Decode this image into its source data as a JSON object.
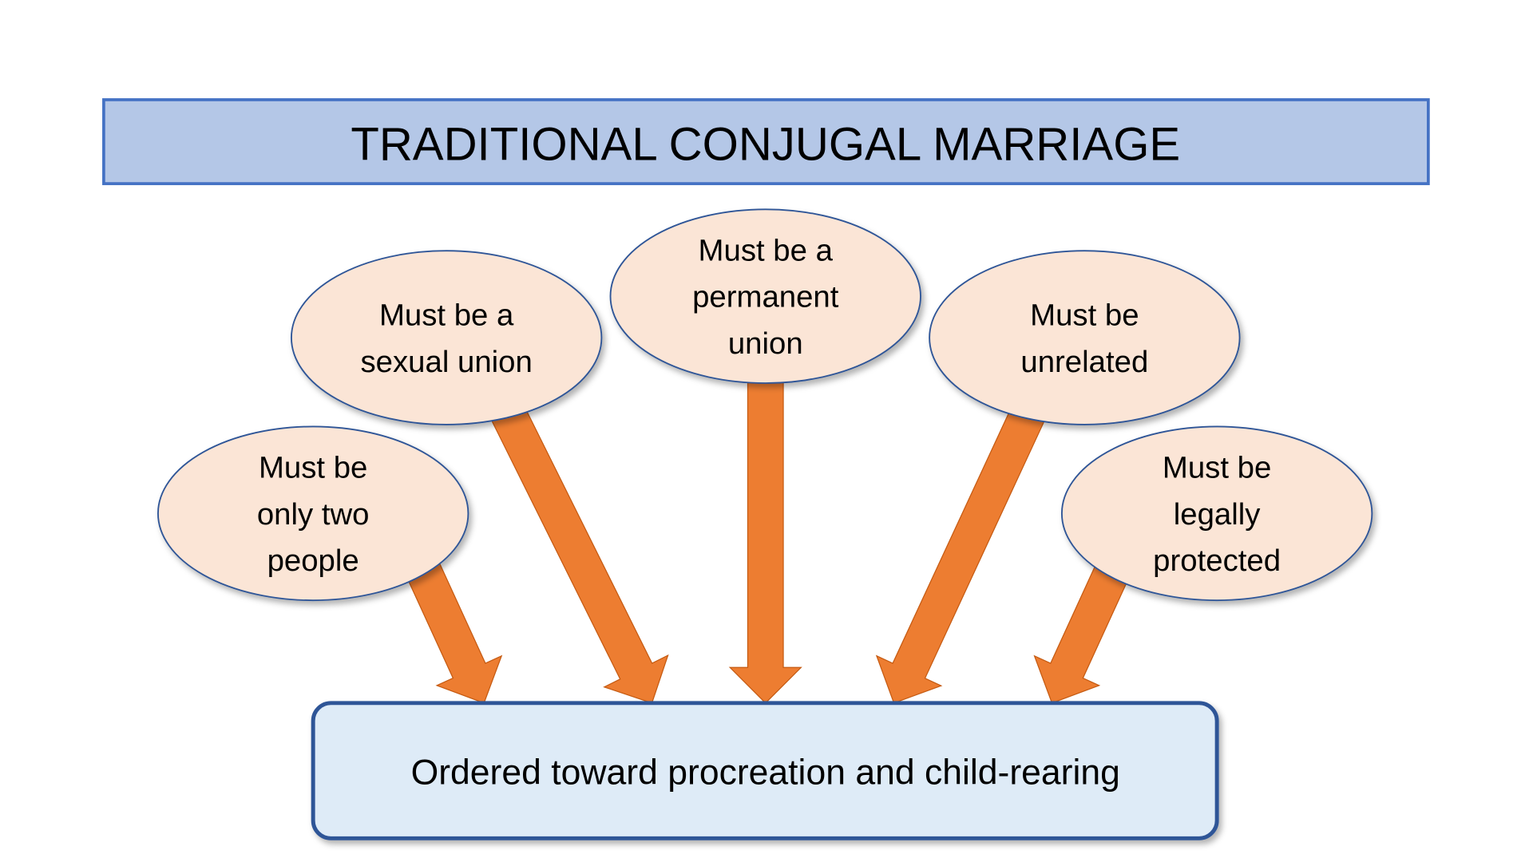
{
  "title": "TRADITIONAL CONJUGAL MARRIAGE",
  "requirements": [
    {
      "lines": [
        "Must be",
        "only two",
        "people"
      ]
    },
    {
      "lines": [
        "Must be a",
        "sexual union"
      ]
    },
    {
      "lines": [
        "Must be a",
        "permanent",
        "union"
      ]
    },
    {
      "lines": [
        "Must be",
        "unrelated"
      ]
    },
    {
      "lines": [
        "Must be",
        "legally",
        "protected"
      ]
    }
  ],
  "outcome": "Ordered toward procreation and child-rearing",
  "colors": {
    "title_fill": "#b4c7e7",
    "title_border": "#4472c4",
    "ellipse_fill": "#fbe5d6",
    "ellipse_border": "#2f5597",
    "arrow": "#ed7d31",
    "outcome_fill": "#deebf7",
    "outcome_border": "#2f5597"
  }
}
